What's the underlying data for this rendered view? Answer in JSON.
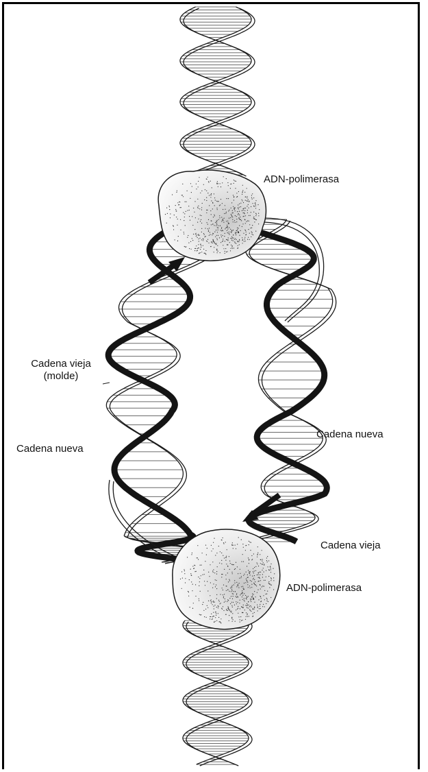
{
  "labels": {
    "polymerase_top": "ADN-polimerasa",
    "polymerase_bottom": "ADN-polimerasa",
    "old_strand_template_line1": "Cadena vieja",
    "old_strand_template_line2": "(molde)",
    "new_strand_left": "Cadena nueva",
    "new_strand_right": "Cadena nueva",
    "old_strand_right": "Cadena vieja"
  },
  "colors": {
    "outline": "#1a1a1a",
    "new_strand": "#141414",
    "rung": "#6a6a6a",
    "enzyme_fill": "#f1f1f1",
    "stipple": "#2a2a2a"
  }
}
